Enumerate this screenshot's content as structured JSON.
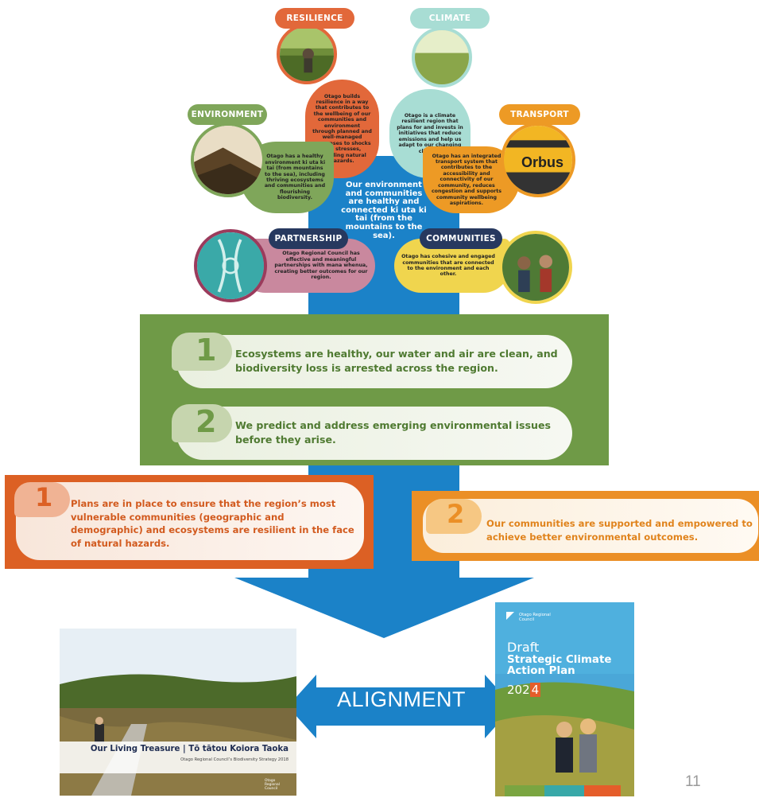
{
  "center": {
    "text": "Our environment and communities are healthy and connected ki uta ki tai (from the mountains to the sea)."
  },
  "petals": {
    "resilience": {
      "label": "RESILIENCE",
      "text": "Otago builds resilience in a way that contributes to the wellbeing of our communities and environment through planned and well-managed responses to shocks and stresses, including natural hazards."
    },
    "climate": {
      "label": "CLIMATE",
      "text": "Otago is a climate resilient region that plans for and invests in initiatives that reduce emissions and help us adapt to our changing climate."
    },
    "environment": {
      "label": "ENVIRONMENT",
      "text": "Otago has a healthy environment ki uta ki tai (from mountains to the sea), including thriving ecosystems and communities and flourishing biodiversity."
    },
    "transport": {
      "label": "TRANSPORT",
      "text": "Otago has an integrated transport system that contributes to the accessibility and connectivity of our community, reduces congestion and supports community wellbeing aspirations.",
      "bus_sign": "Orbus"
    },
    "partnership": {
      "label": "PARTNERSHIP",
      "text": "Otago Regional Council has effective and meaningful partnerships with mana whenua, creating better outcomes for our region."
    },
    "communities": {
      "label": "COMMUNITIES",
      "text": "Otago has cohesive and engaged communities that are connected to the environment and each other."
    }
  },
  "green_goals": [
    {
      "number": "1",
      "text": "Ecosystems are healthy, our water and air are clean, and biodiversity loss is arrested across the region."
    },
    {
      "number": "2",
      "text": "We predict and address emerging environmental issues before they arise."
    }
  ],
  "orange_goals": [
    {
      "number": "1",
      "text": "Plans are in place to ensure that the region’s most vulnerable communities (geographic and demographic) and ecosystems are resilient in the face of natural hazards."
    },
    {
      "number": "2",
      "text": "Our communities are supported and empowered to achieve better environmental outcomes."
    }
  ],
  "alignment_label": "ALIGNMENT",
  "doc_biodiversity": {
    "title": "Our Living Treasure | Tō tātou Koiora Taoka",
    "subtitle": "Otago Regional Council’s Biodiversity Strategy 2018",
    "logo_text": "Otago Regional Council"
  },
  "doc_climate": {
    "org": "Otago Regional Council",
    "draft": "Draft",
    "title": "Strategic Climate Action Plan",
    "year_prefix": "202",
    "year_suffix": "4"
  },
  "page_number": "11",
  "colors": {
    "trunk_blue": "#1b82c8",
    "green": "#6f9a47",
    "orange_dark": "#dc6024",
    "orange_light": "#eb8f26",
    "resilience": "#e2683a",
    "climate": "#a8ddd4",
    "environment": "#7fa65a",
    "transport": "#ed9a25",
    "partnership": "#c9889e",
    "communities": "#f0d54e",
    "navy": "#27395f"
  }
}
